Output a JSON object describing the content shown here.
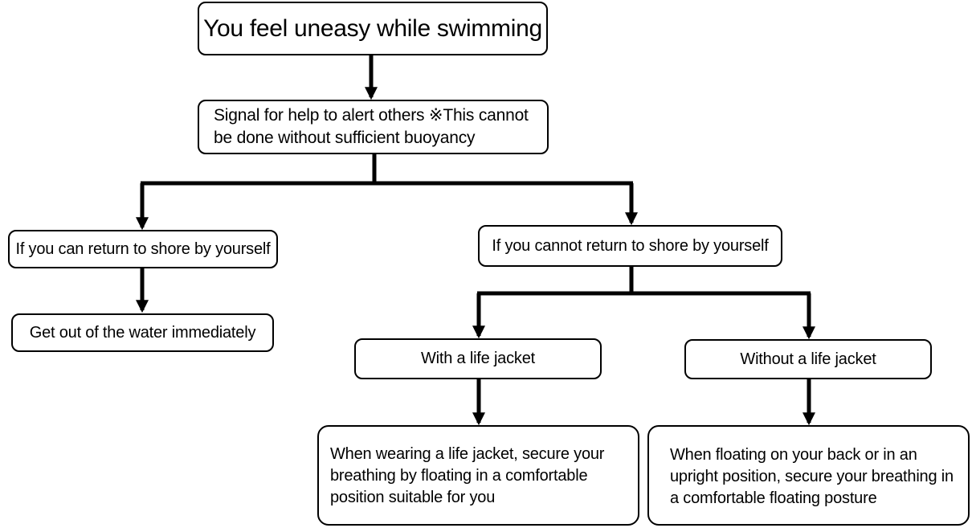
{
  "nodes": {
    "start": "You feel uneasy while swimming",
    "signal": "Signal for help to alert others ※This cannot be done without sufficient buoyancy",
    "can_return": "If you can return to shore by yourself",
    "get_out": "Get out of the water immediately",
    "cannot_return": "If you cannot return to shore by yourself",
    "with_jacket": "With a life jacket",
    "without_jacket": "Without a life jacket",
    "with_jacket_action": "When wearing a life jacket, secure your breathing by floating in a comfortable position suitable for you",
    "without_jacket_action": "When floating on your back or in an upright position, secure your breathing in a comfortable floating posture"
  }
}
